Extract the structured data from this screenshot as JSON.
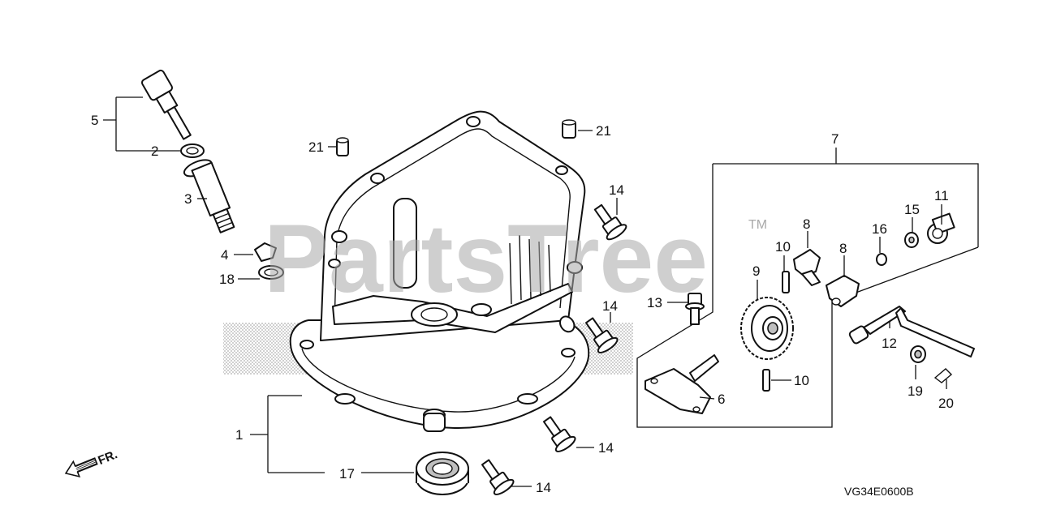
{
  "watermark": {
    "text": "PartsTree",
    "trademark": "TM"
  },
  "diagram_code": "VG34E0600B",
  "direction_marker": {
    "label": "FR."
  },
  "callouts": {
    "c1": "1",
    "c2": "2",
    "c3": "3",
    "c4": "4",
    "c5": "5",
    "c6": "6",
    "c7": "7",
    "c8a": "8",
    "c8b": "8",
    "c9": "9",
    "c10a": "10",
    "c10b": "10",
    "c11": "11",
    "c12": "12",
    "c13": "13",
    "c14a": "14",
    "c14b": "14",
    "c14c": "14",
    "c14d": "14",
    "c15": "15",
    "c16": "16",
    "c17": "17",
    "c18": "18",
    "c19": "19",
    "c20": "20",
    "c21a": "21",
    "c21b": "21"
  }
}
